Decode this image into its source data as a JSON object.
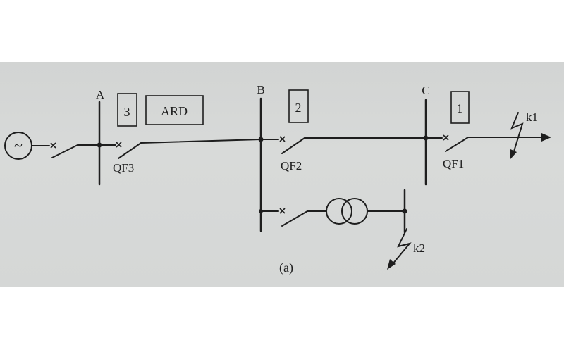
{
  "diagram": {
    "buses": {
      "a": "A",
      "b": "B",
      "c": "C"
    },
    "breakers": {
      "qf3": "QF3",
      "qf2": "QF2",
      "qf1": "QF1"
    },
    "protection_boxes": {
      "p3": "3",
      "ard": "ARD",
      "p2": "2",
      "p1": "1"
    },
    "faults": {
      "k1": "k1",
      "k2": "k2"
    },
    "caption": "(a)",
    "source_symbol": "~"
  }
}
